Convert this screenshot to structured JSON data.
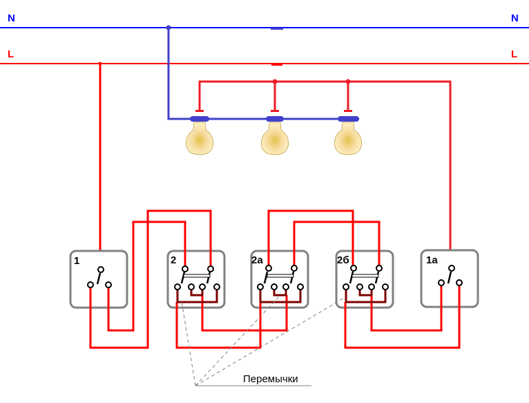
{
  "lines": {
    "neutral": {
      "label_left": "N",
      "label_right": "N",
      "color": "#0000ff"
    },
    "live": {
      "label_left": "L",
      "label_right": "L",
      "color": "#ff0000"
    }
  },
  "switches": [
    {
      "label": "1",
      "type": "single"
    },
    {
      "label": "2",
      "type": "double-crossover"
    },
    {
      "label": "2а",
      "type": "double-crossover"
    },
    {
      "label": "2б",
      "type": "double-crossover"
    },
    {
      "label": "1а",
      "type": "single"
    }
  ],
  "lamps": {
    "count": 3
  },
  "annotation": {
    "jumpers": "Перемычки"
  },
  "colors": {
    "wire": "#ff0000",
    "jumper": "#800000",
    "neutral_bus": "#4040cc",
    "box": "#808080"
  }
}
